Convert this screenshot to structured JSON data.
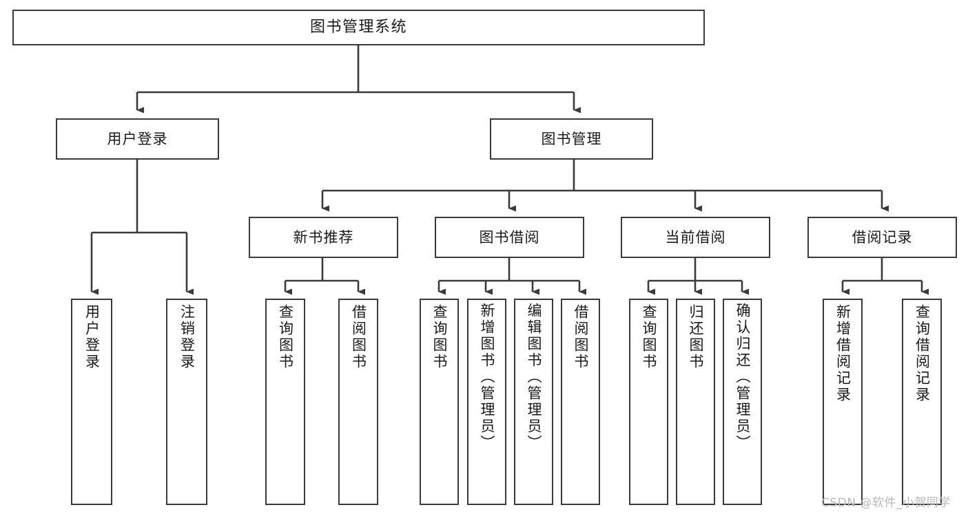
{
  "diagram": {
    "title": "图书管理系统",
    "type": "tree-hierarchy-chart",
    "watermark": "CSDN @软件_小贺同学",
    "colors": {
      "background": "#ffffff",
      "box_border": "#3a3a3a",
      "box_fill": "#ffffff",
      "connector": "#3a3a3a",
      "text": "#1a1a1a",
      "watermark": "#b9b9b9"
    },
    "root": {
      "label": "图书管理系统",
      "orientation": "horizontal"
    },
    "level2": [
      {
        "id": "user-login",
        "label": "用户登录",
        "orientation": "horizontal"
      },
      {
        "id": "book-manage",
        "label": "图书管理",
        "orientation": "horizontal"
      }
    ],
    "level3": [
      {
        "id": "new-book-recommend",
        "label": "新书推荐",
        "orientation": "horizontal",
        "parent": "book-manage"
      },
      {
        "id": "book-borrow",
        "label": "图书借阅",
        "orientation": "horizontal",
        "parent": "book-manage"
      },
      {
        "id": "current-borrow",
        "label": "当前借阅",
        "orientation": "horizontal",
        "parent": "book-manage"
      },
      {
        "id": "borrow-record",
        "label": "借阅记录",
        "orientation": "horizontal",
        "parent": "book-manage"
      }
    ],
    "leaves": {
      "user_login": [
        {
          "id": "leaf-user-login",
          "label": "用户登录"
        },
        {
          "id": "leaf-user-logout",
          "label": "注销登录"
        }
      ],
      "new_book_recommend": [
        {
          "id": "leaf-query-book-1",
          "label": "查询图书"
        },
        {
          "id": "leaf-borrow-book-1",
          "label": "借阅图书"
        }
      ],
      "book_borrow": [
        {
          "id": "leaf-query-book-2",
          "label": "查询图书"
        },
        {
          "id": "leaf-add-book",
          "label": "新增图书（管理员）"
        },
        {
          "id": "leaf-edit-book",
          "label": "编辑图书（管理员）"
        },
        {
          "id": "leaf-borrow-book-2",
          "label": "借阅图书"
        }
      ],
      "current_borrow": [
        {
          "id": "leaf-query-book-3",
          "label": "查询图书"
        },
        {
          "id": "leaf-return-book",
          "label": "归还图书"
        },
        {
          "id": "leaf-confirm-return",
          "label": "确认归还（管理员）"
        }
      ],
      "borrow_record": [
        {
          "id": "leaf-add-record",
          "label": "新增借阅记录"
        },
        {
          "id": "leaf-query-record",
          "label": "查询借阅记录"
        }
      ]
    }
  }
}
